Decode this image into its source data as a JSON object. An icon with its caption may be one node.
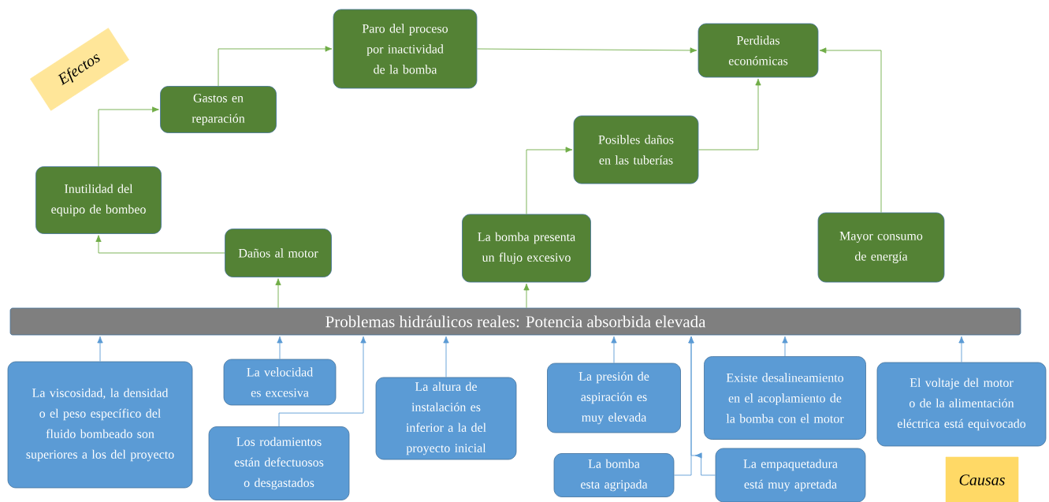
{
  "diagram": {
    "nodes": [
      {
        "text": [
          "Efectos"
        ]
      },
      {
        "text": [
          "Paro del proceso por inactividad de la bomba"
        ]
      },
      {
        "text": [
          "Perdidas económicas"
        ]
      },
      {
        "text": [
          "Gastos en reparación"
        ]
      },
      {
        "text": [
          "Posibles daños en las tuberías"
        ]
      },
      {
        "text": [
          "Inutilidad del equipo de bombeo"
        ]
      },
      {
        "text": [
          "Daños al motor"
        ]
      },
      {
        "text": [
          "La bomba presenta un flujo excesivo"
        ]
      },
      {
        "text": [
          "Mayor consumo de energía"
        ]
      },
      {
        "text": [
          "Problemas hidráulicos reales: Potencia absorbida elevada"
        ]
      },
      {
        "text": [
          "La viscosidad, la densidad o el peso específico del fluido bombeado son superiores a los del proyecto"
        ]
      },
      {
        "text": [
          "La velocidad es excesiva"
        ]
      },
      {
        "text": [
          "Los rodamientos están defectuosos o desgastados"
        ]
      },
      {
        "text": [
          "La altura de instalación es inferior a la del proyecto inicial"
        ]
      },
      {
        "text": [
          "La presión de aspiración es muy elevada"
        ]
      },
      {
        "text": [
          "Existe desalineamiento en el acoplamiento de la bomba con el motor"
        ]
      },
      {
        "text": [
          "El voltaje del motor o de la alimentación eléctrica está equivocado"
        ]
      },
      {
        "text": [
          "La bomba esta agripada"
        ]
      },
      {
        "text": [
          "La empaquetadura está muy apretada"
        ]
      },
      {
        "text": [
          "Causas"
        ]
      }
    ],
    "edges": [
      {
        "from": 5,
        "to": 3,
        "arrow": "to",
        "color": "#70ad47"
      },
      {
        "from": 3,
        "to": 1,
        "arrow": "to",
        "color": "#70ad47"
      },
      {
        "from": 6,
        "to": 5,
        "arrow": "to",
        "color": "#70ad47"
      },
      {
        "from": 9,
        "to": 6,
        "arrow": "to",
        "color": "#70ad47"
      },
      {
        "from": 9,
        "to": 7,
        "arrow": "to",
        "color": "#70ad47"
      },
      {
        "from": 7,
        "to": 4,
        "arrow": "to",
        "color": "#70ad47"
      },
      {
        "from": 4,
        "to": 2,
        "arrow": "to",
        "color": "#70ad47"
      },
      {
        "from": 1,
        "to": 2,
        "arrow": "to",
        "color": "#70ad47"
      },
      {
        "from": 8,
        "to": 2,
        "arrow": "to",
        "color": "#70ad47"
      },
      {
        "from": 10,
        "to": 9,
        "arrow": "to",
        "color": "#5b9bd5"
      },
      {
        "from": 11,
        "to": 9,
        "arrow": "to",
        "color": "#5b9bd5"
      },
      {
        "from": 12,
        "to": 9,
        "arrow": "to",
        "color": "#5b9bd5"
      },
      {
        "from": 13,
        "to": 9,
        "arrow": "to",
        "color": "#5b9bd5"
      },
      {
        "from": 14,
        "to": 9,
        "arrow": "to",
        "color": "#5b9bd5"
      },
      {
        "from": 17,
        "to": 9,
        "arrow": "to",
        "color": "#5b9bd5"
      },
      {
        "from": 18,
        "to": 9,
        "arrow": "to",
        "color": "#5b9bd5"
      },
      {
        "from": 15,
        "to": 9,
        "arrow": "to",
        "color": "#5b9bd5"
      },
      {
        "from": 16,
        "to": 9,
        "arrow": "to",
        "color": "#5b9bd5"
      }
    ]
  }
}
